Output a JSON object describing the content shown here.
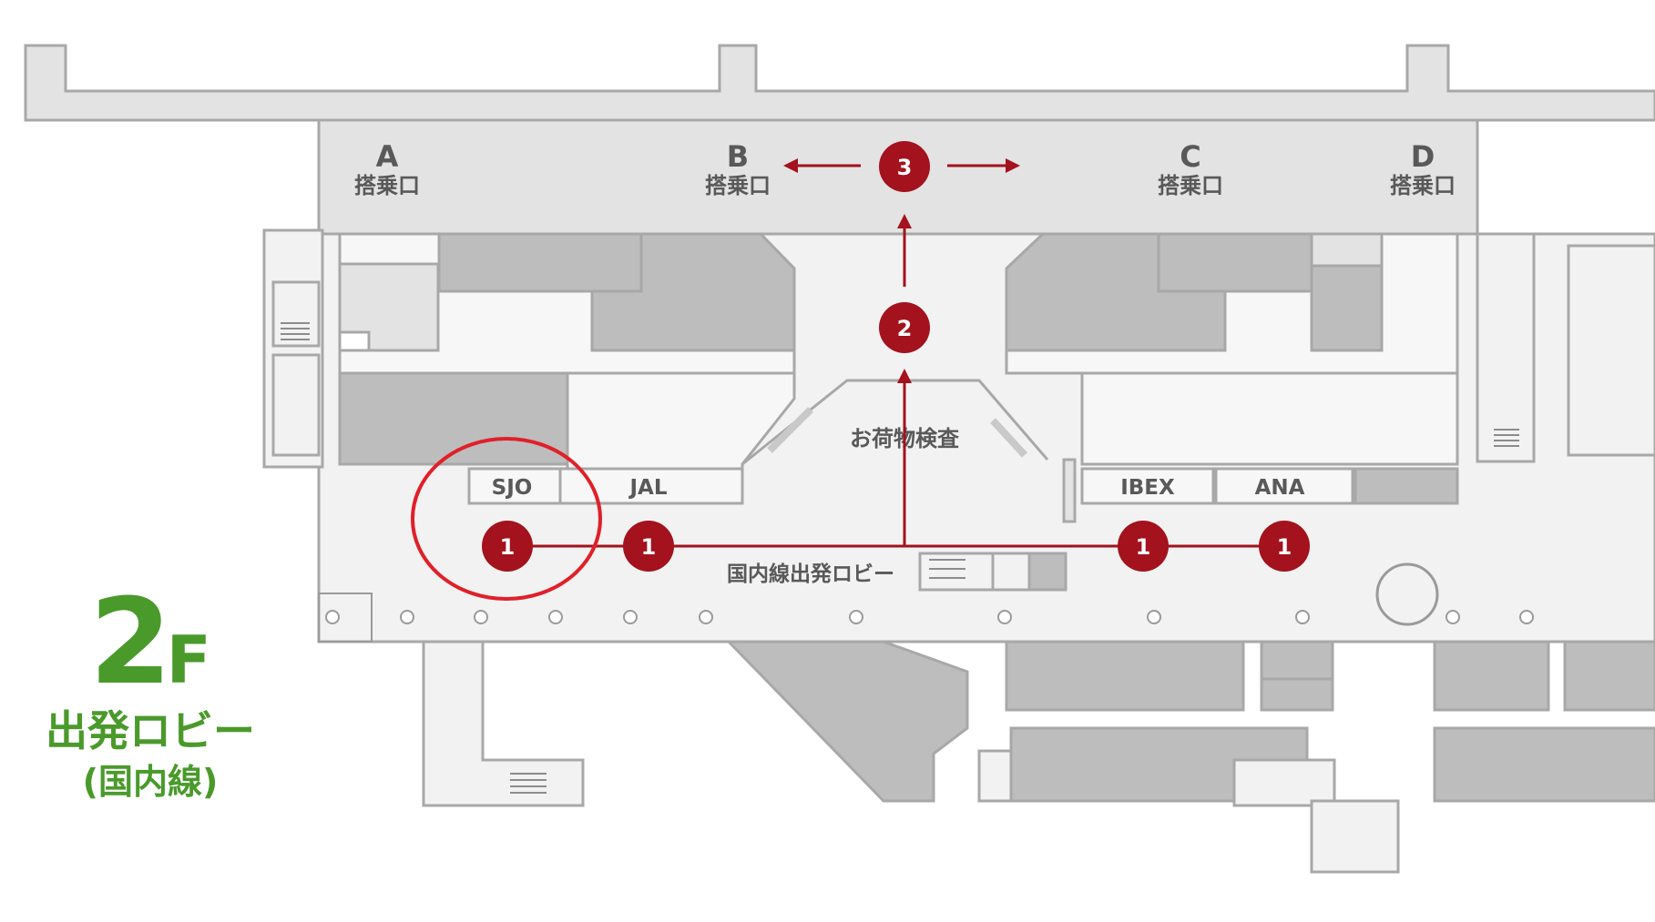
{
  "gates": [
    {
      "letter": "A",
      "label": "搭乗口"
    },
    {
      "letter": "B",
      "label": "搭乗口"
    },
    {
      "letter": "C",
      "label": "搭乗口"
    },
    {
      "letter": "D",
      "label": "搭乗口"
    }
  ],
  "counters": [
    "SJO",
    "JAL",
    "IBEX",
    "ANA"
  ],
  "area_labels": {
    "security": "お荷物検査",
    "lobby": "国内線出発ロビー"
  },
  "steps": {
    "one": "1",
    "two": "2",
    "three": "3"
  },
  "floor": {
    "number": "2",
    "suffix": "F",
    "title": "出発ロビー",
    "subtitle": "(国内線)"
  },
  "colors": {
    "route": "#a3121d",
    "highlight_circle": "#e0202a",
    "floor_text": "#4a9a2b",
    "wall": "#a8a8a8",
    "room_fill": "#bdbdbd",
    "corridor": "#e3e3e3"
  }
}
